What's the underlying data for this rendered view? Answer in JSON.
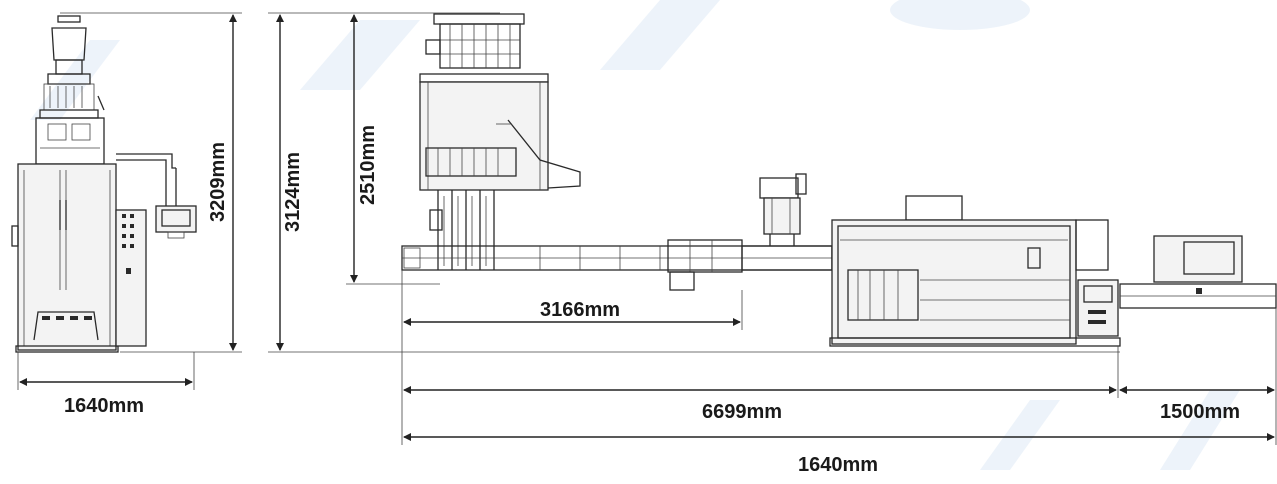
{
  "dimensions": {
    "front_width": "1640mm",
    "front_height": "3209mm",
    "side_total_height": "3124mm",
    "side_upper_height": "2510mm",
    "conveyor_length": "3166mm",
    "main_length": "6699mm",
    "outfeed_length": "1500mm",
    "overall_length": "1640mm"
  },
  "colors": {
    "line": "#2a2a2a",
    "watermark": "#dfeaf5"
  }
}
